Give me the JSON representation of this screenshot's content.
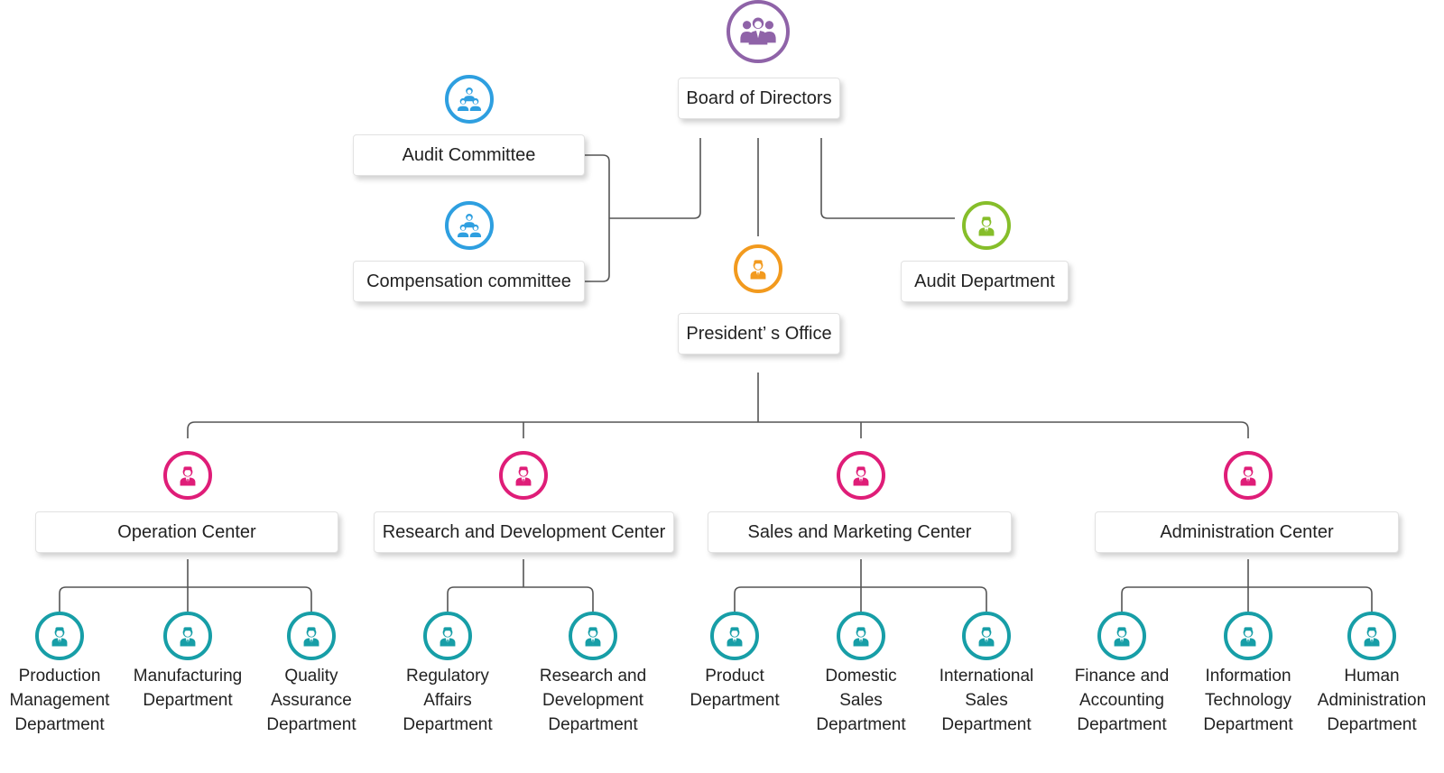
{
  "colors": {
    "board": "#8f63a8",
    "committee": "#2e9fe0",
    "president": "#f29a1e",
    "audit": "#86be2a",
    "center": "#df1d78",
    "department": "#179ea7",
    "line": "#555555"
  },
  "top": {
    "board": {
      "label": "Board of Directors",
      "icon": "group-people-icon"
    },
    "audit_committee": {
      "label": "Audit Committee",
      "icon": "committee-people-icon"
    },
    "compensation_committee": {
      "label": "Compensation committee",
      "icon": "committee-people-icon"
    },
    "president_office": {
      "label": "President’ s Office",
      "icon": "person-icon"
    },
    "audit_department": {
      "label": "Audit Department",
      "icon": "person-icon"
    }
  },
  "centers": [
    {
      "label": "Operation Center",
      "icon": "person-icon"
    },
    {
      "label": "Research and Development Center",
      "icon": "person-icon"
    },
    {
      "label": "Sales and Marketing Center",
      "icon": "person-icon"
    },
    {
      "label": "Administration Center",
      "icon": "person-icon"
    }
  ],
  "departments": [
    {
      "lines": [
        "Production",
        "Management",
        "Department"
      ]
    },
    {
      "lines": [
        "Manufacturing",
        "Department"
      ]
    },
    {
      "lines": [
        "Quality",
        "Assurance",
        "Department"
      ]
    },
    {
      "lines": [
        "Regulatory",
        "Affairs",
        "Department"
      ]
    },
    {
      "lines": [
        "Research and",
        "Development",
        "Department"
      ]
    },
    {
      "lines": [
        "Product",
        "Department"
      ]
    },
    {
      "lines": [
        "Domestic",
        "Sales",
        "Department"
      ]
    },
    {
      "lines": [
        "International",
        "Sales",
        "Department"
      ]
    },
    {
      "lines": [
        "Finance and",
        "Accounting",
        "Department"
      ]
    },
    {
      "lines": [
        "Information",
        "Technology",
        "Department"
      ]
    },
    {
      "lines": [
        "Human",
        "Administration",
        "Department"
      ]
    }
  ]
}
